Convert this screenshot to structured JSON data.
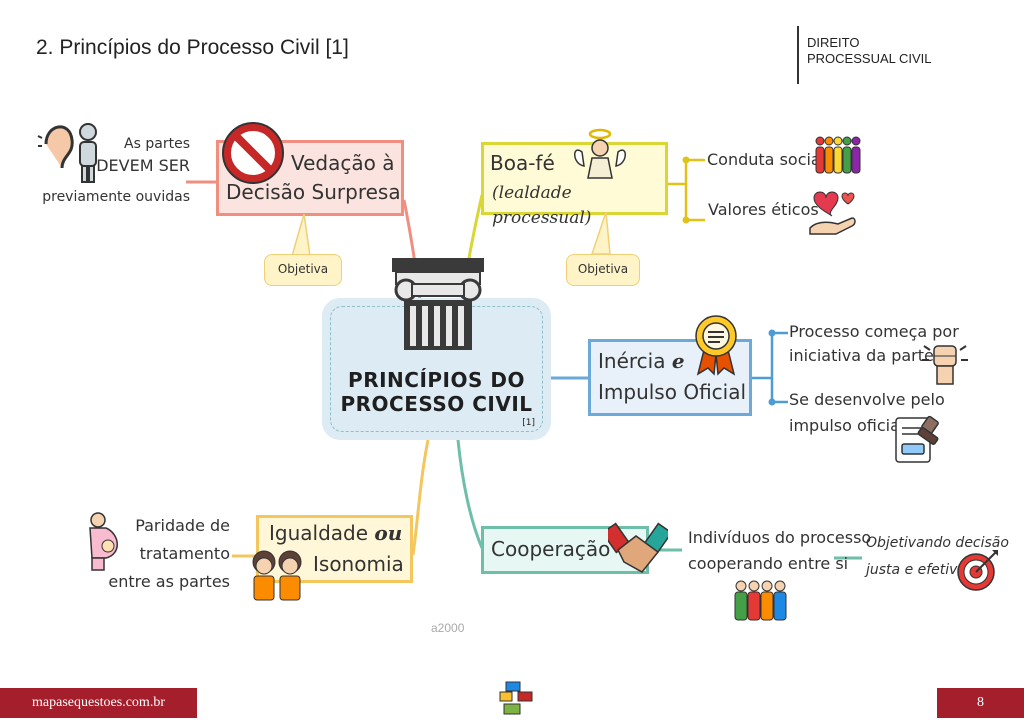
{
  "header": {
    "page_title": "2. Princípios do Processo Civil [1]",
    "category_line1": "DIREITO",
    "category_line2": "PROCESSUAL CIVIL"
  },
  "center": {
    "title_line1": "PRINCÍPIOS DO",
    "title_line2": "PROCESSO CIVIL",
    "ref": "[1]"
  },
  "branches": {
    "vedacao": {
      "line1": "Vedação à",
      "line2": "Decisão Surpresa",
      "tag": "Objetiva",
      "note_line1": "As partes",
      "note_line2": "DEVEM SER",
      "note_line3": "previamente ouvidas"
    },
    "boafe": {
      "line1": "Boa-fé",
      "line2": "(lealdade processual)",
      "tag": "Objetiva",
      "item1": "Conduta social",
      "item2": "Valores éticos"
    },
    "inercia": {
      "line1_a": "Inércia",
      "line1_b": "e",
      "line2": "Impulso Oficial",
      "item1_line1": "Processo começa por",
      "item1_line2": "iniciativa da parte",
      "item2_line1": "Se desenvolve pelo",
      "item2_line2": "impulso oficial"
    },
    "igualdade": {
      "line1_a": "Igualdade",
      "line1_b": "ou",
      "line2": "Isonomia",
      "note_line1": "Paridade de",
      "note_line2": "tratamento",
      "note_line3": "entre as partes"
    },
    "cooperacao": {
      "label": "Cooperação",
      "note_line1": "Indivíduos do processo",
      "note_line2": "cooperando entre si",
      "goal_line1": "Objetivando decisão",
      "goal_line2": "justa e efetiva"
    }
  },
  "watermark": "a2000",
  "footer": {
    "site": "mapasequestoes.com.br",
    "page_number": "8"
  },
  "colors": {
    "vedacao": "#f08f80",
    "boafe": "#d9d636",
    "inercia": "#6aa9d9",
    "igualdade": "#f3c65e",
    "cooperacao": "#6dbfa9",
    "footer": "#a51e2b"
  }
}
